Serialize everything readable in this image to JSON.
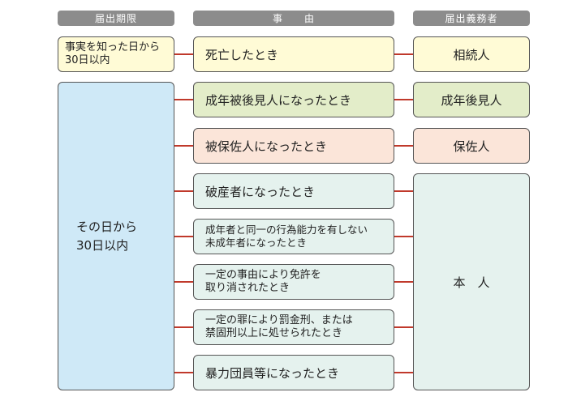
{
  "headers": {
    "deadline": "届出期限",
    "reason": "事　　由",
    "obligor": "届出義務者"
  },
  "deadlines": {
    "death": "事実を知った日から\n30日以内",
    "other": "その日から\n30日以内"
  },
  "reasons": [
    "死亡したとき",
    "成年被後見人になったとき",
    "被保佐人になったとき",
    "破産者になったとき",
    "成年者と同一の行為能力を有しない\n未成年者になったとき",
    "一定の事由により免許を\n取り消されたとき",
    "一定の罪により罰金刑、または\n禁固刑以上に処せられたとき",
    "暴力団員等になったとき"
  ],
  "obligors": {
    "heir": "相続人",
    "guardian": "成年後見人",
    "curator": "保佐人",
    "self": "本　人"
  },
  "colors": {
    "connector": "#c0392b",
    "header_bg": "#8c8c8c",
    "border": "#555555"
  }
}
